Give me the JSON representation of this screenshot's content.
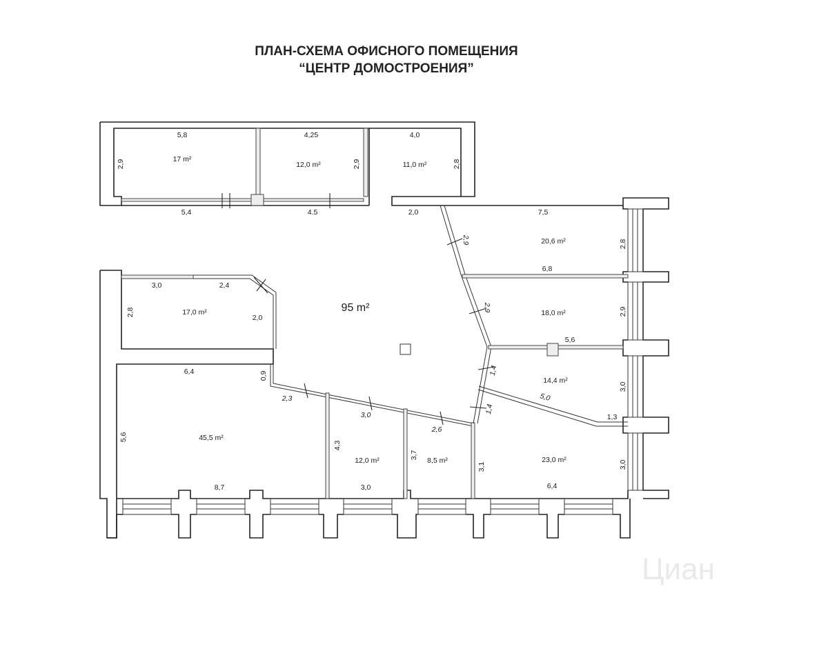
{
  "title": {
    "line1": "ПЛАН-СХЕМА ОФИСНОГО ПОМЕЩЕНИЯ",
    "line2": "“ЦЕНТР ДОМОСТРОЕНИЯ”"
  },
  "central_area": "95 m²",
  "rooms": [
    {
      "id": "r1",
      "area": "17 m²"
    },
    {
      "id": "r2",
      "area": "12,0 m²"
    },
    {
      "id": "r3",
      "area": "11,0 m²"
    },
    {
      "id": "r4",
      "area": "20,6 m²"
    },
    {
      "id": "r5",
      "area": "18,0 m²"
    },
    {
      "id": "r6",
      "area": "14,4 m²"
    },
    {
      "id": "r7",
      "area": "23,0 m²"
    },
    {
      "id": "r8",
      "area": "17,0 m²"
    },
    {
      "id": "r9",
      "area": "45,5 m²"
    },
    {
      "id": "r10",
      "area": "12,0 m²"
    },
    {
      "id": "r11",
      "area": "8,5 m²"
    }
  ],
  "dimensions": [
    "5,8",
    "4,25",
    "4,0",
    "2,9",
    "2,9",
    "2,8",
    "5,4",
    "4.5",
    "2,0",
    "7,5",
    "2,9",
    "2,8",
    "6,8",
    "2,9",
    "2,9",
    "5,6",
    "1,4",
    "3,0",
    "5,0",
    "1,4",
    "1,3",
    "3,0",
    "2,4",
    "2,8",
    "2,0",
    "6,4",
    "0,9",
    "2,3",
    "3,0",
    "2,6",
    "5,6",
    "4,3",
    "3,7",
    "3,1",
    "3,0",
    "8,7",
    "3,0",
    "6,4"
  ],
  "watermark": "Циан"
}
